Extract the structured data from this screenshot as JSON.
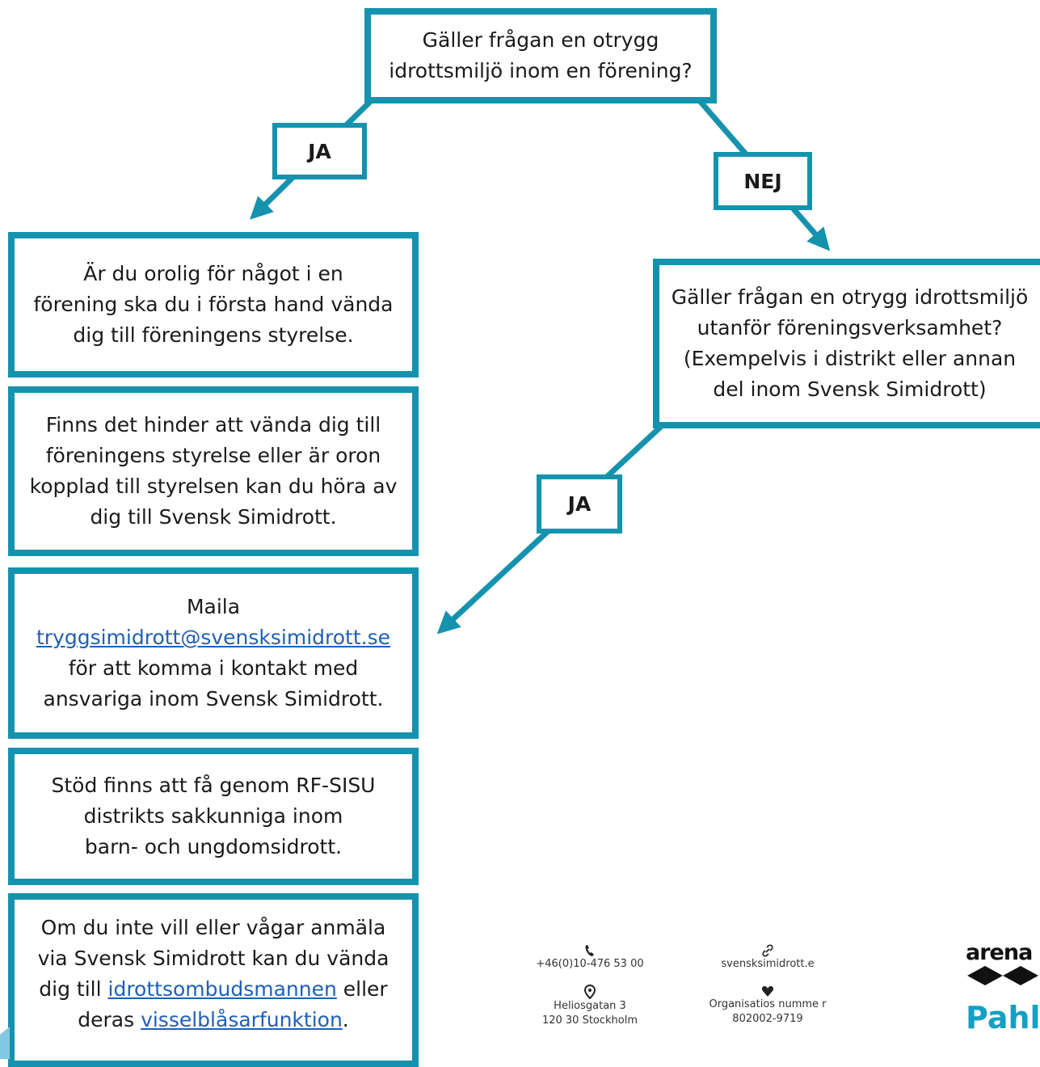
{
  "top_question": {
    "lines": [
      "Gäller frågan en otrygg",
      "idrottsmiljö inom en förening?"
    ]
  },
  "labels": {
    "ja_left": "JA",
    "nej": "NEJ",
    "ja_right": "JA"
  },
  "right_question": {
    "lines": [
      "Gäller frågan en otrygg idrottsmiljö",
      "utanför föreningsverksamhet?",
      "(Exempelvis i distrikt eller annan",
      "del inom Svensk Simidrott)"
    ]
  },
  "left_steps": {
    "step1": [
      "Är du orolig för något i en",
      "förening ska du i första hand vända",
      "dig till föreningens styrelse."
    ],
    "step2": [
      "Finns det hinder att vända dig till",
      "föreningens styrelse eller är oron",
      "kopplad till styrelsen kan du höra av",
      "dig till Svensk Simidrott."
    ],
    "step3": {
      "line1": "Maila",
      "email": "tryggsimidrott@svensksimidrott.se",
      "line3": "för att komma i kontakt med",
      "line4": "ansvariga inom Svensk Simidrott."
    },
    "step4": [
      "Stöd finns att få genom RF-SISU",
      "distrikts sakkunniga inom",
      "barn- och ungdomsidrott."
    ],
    "step5": {
      "line1": "Om du inte vill eller vågar anmäla",
      "line2": "via Svensk Simidrott kan du vända",
      "line3_pre": "dig till ",
      "line3_link": "idrottsombudsmannen",
      "line3_post": " eller",
      "line4_pre": "deras ",
      "line4_link": "visselblåsarfunktion",
      "line4_post": "."
    }
  },
  "footer": {
    "phone": "+46(0)10-476 53 00",
    "website": "svensksimidrott.e",
    "address_line1": "Heliosgatan 3",
    "address_line2": "120 30 Stockholm",
    "org_label": "Organisatios numme r",
    "org_number": "802002-9719",
    "icons": [
      "phone-icon",
      "link-icon",
      "location-pin-icon",
      "heart-icon"
    ]
  },
  "logos": {
    "arena": "arena",
    "pahle": "Pahlé"
  },
  "colors": {
    "accent": "#1592ad",
    "link": "#1f5fb7",
    "brand_blue": "#14a0c4"
  }
}
